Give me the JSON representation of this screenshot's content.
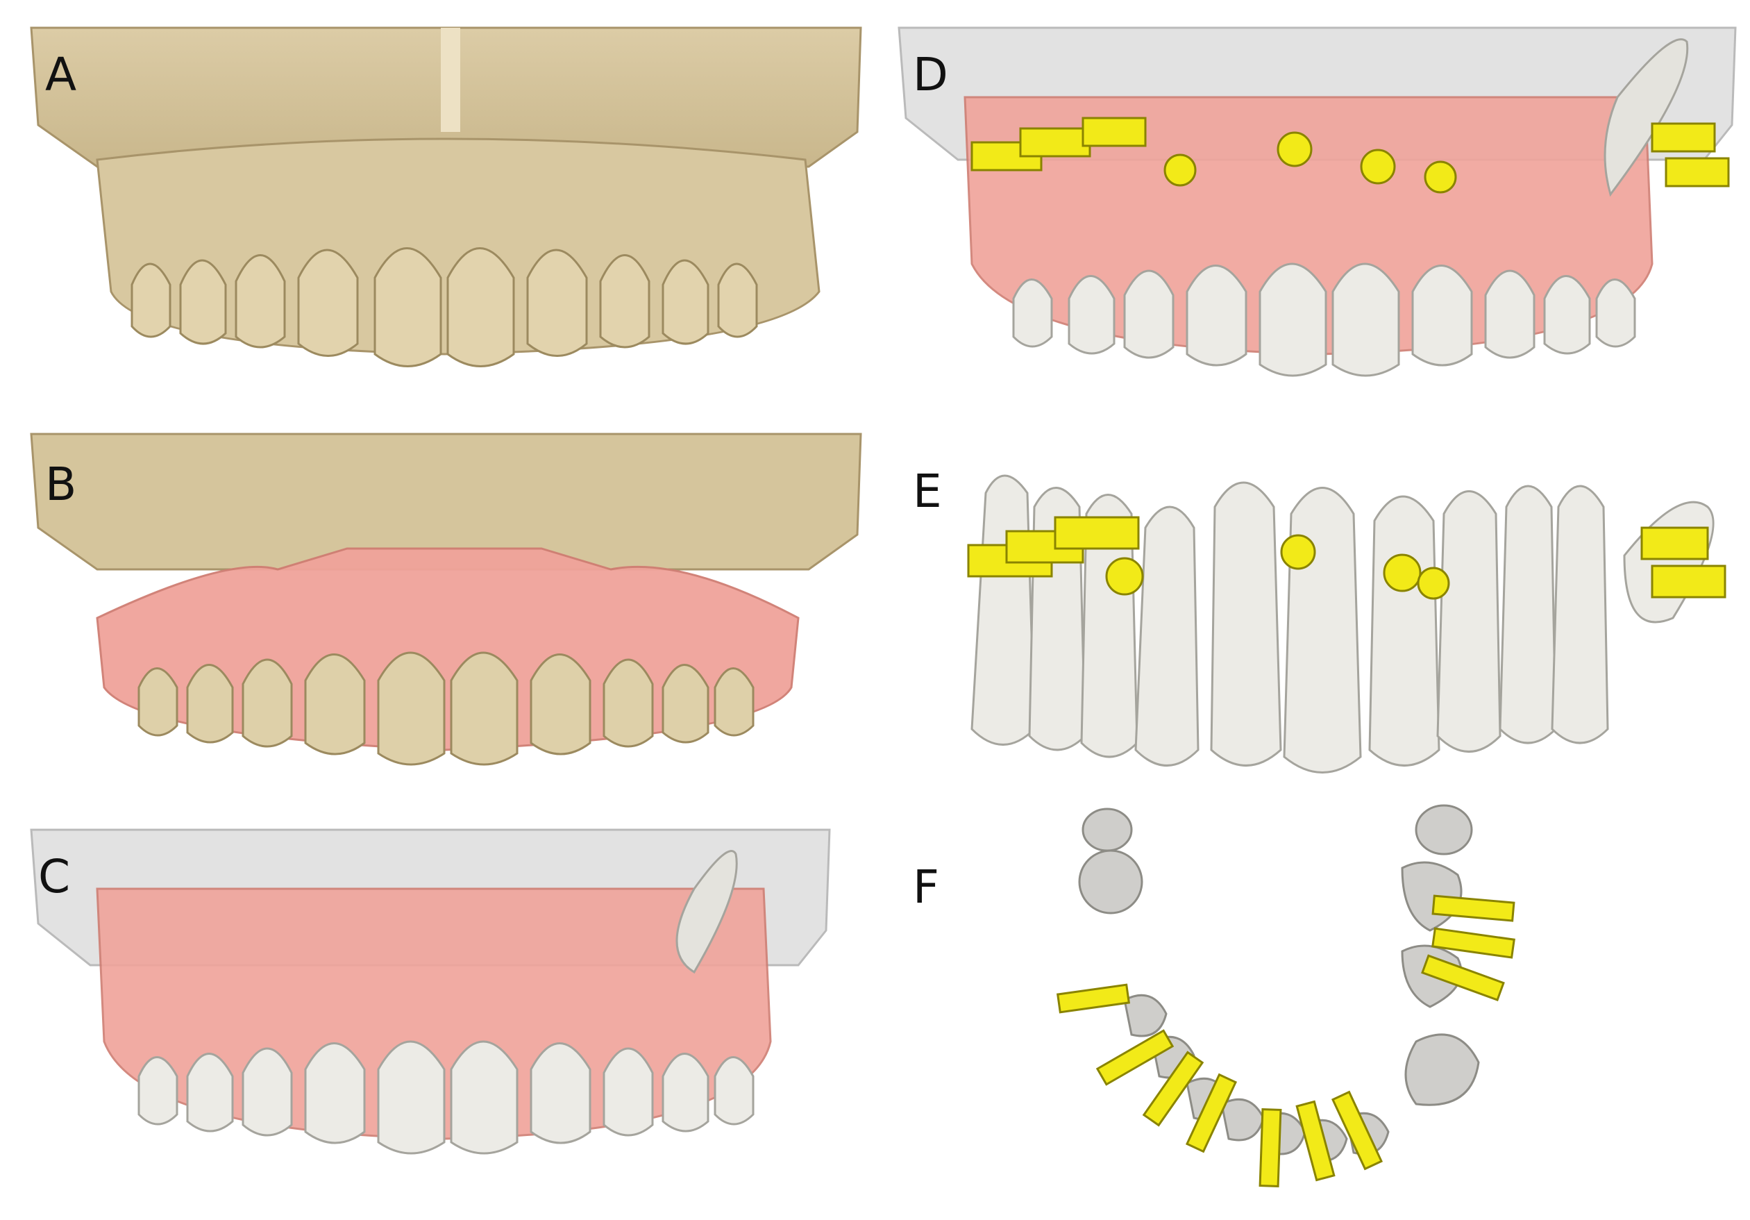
{
  "figure": {
    "panels": [
      {
        "id": "A",
        "label": "A"
      },
      {
        "id": "B",
        "label": "B"
      },
      {
        "id": "C",
        "label": "C"
      },
      {
        "id": "D",
        "label": "D"
      },
      {
        "id": "E",
        "label": "E"
      },
      {
        "id": "F",
        "label": "F"
      }
    ]
  },
  "colors": {
    "background": "#ffffff",
    "cast_model": "#d9c9a3",
    "cast_model_shadow": "#b8a67a",
    "gingiva": "#f0a39a",
    "gingiva_dark": "#d98379",
    "teeth": "#ecebe6",
    "teeth_shadow": "#bdbcb6",
    "ghost_base": "#dcdcdc",
    "implant_pins": "#f2ea18",
    "implant_pin_shade": "#b3ab00"
  }
}
